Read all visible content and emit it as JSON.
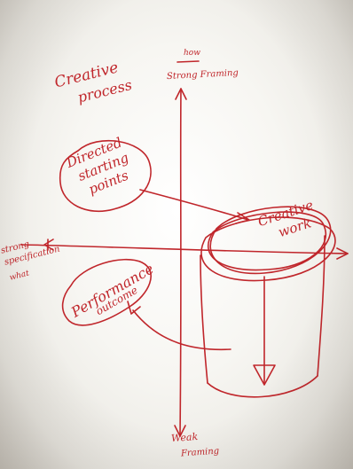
{
  "diagram": {
    "title_lines": [
      "Creative",
      "process"
    ],
    "axis_top_small": "how",
    "axis_top": "Strong Framing",
    "axis_bottom_lines": [
      "Weak",
      "Framing"
    ],
    "axis_left_lines": [
      "strong",
      "specification",
      "what"
    ],
    "node_directed_lines": [
      "Directed",
      "starting",
      "points"
    ],
    "node_creative_lines": [
      "Creative",
      "work"
    ],
    "node_performance_lines": [
      "Performance",
      "outcome"
    ],
    "ink_color": "#c0262b"
  }
}
